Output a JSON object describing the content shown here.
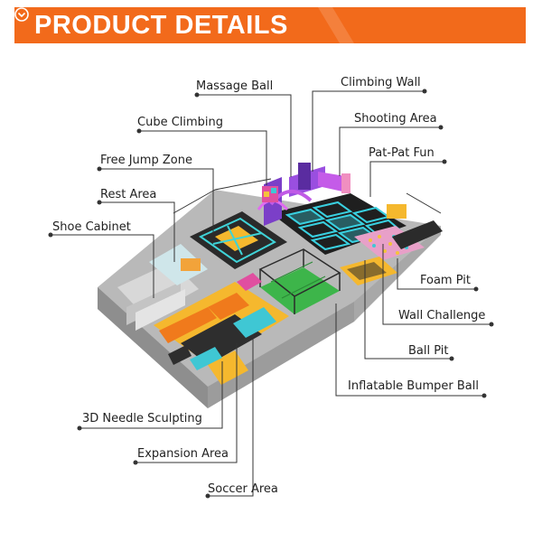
{
  "header": {
    "title": "PRODUCT DETAILS",
    "icon": "chevron-down-circle-icon",
    "colors": {
      "orange": "#f26a1b",
      "dark": "#2b2b2b"
    }
  },
  "labels": [
    {
      "id": "massage-ball",
      "text": "Massage Ball"
    },
    {
      "id": "climbing-wall",
      "text": "Climbing Wall"
    },
    {
      "id": "cube-climbing",
      "text": "Cube Climbing"
    },
    {
      "id": "shooting-area",
      "text": "Shooting Area"
    },
    {
      "id": "pat-pat-fun",
      "text": "Pat-Pat Fun"
    },
    {
      "id": "free-jump-zone",
      "text": "Free Jump Zone"
    },
    {
      "id": "rest-area",
      "text": "Rest Area"
    },
    {
      "id": "shoe-cabinet",
      "text": "Shoe Cabinet"
    },
    {
      "id": "foam-pit",
      "text": "Foam Pit"
    },
    {
      "id": "wall-challenge",
      "text": "Wall Challenge"
    },
    {
      "id": "ball-pit",
      "text": "Ball Pit"
    },
    {
      "id": "inflatable-bumper-ball",
      "text": "Inflatable Bumper Ball"
    },
    {
      "id": "3d-needle-sculpting",
      "text": "3D Needle Sculpting"
    },
    {
      "id": "expansion-area",
      "text": "Expansion Area"
    },
    {
      "id": "soccer-area",
      "text": "Soccer Area"
    }
  ]
}
